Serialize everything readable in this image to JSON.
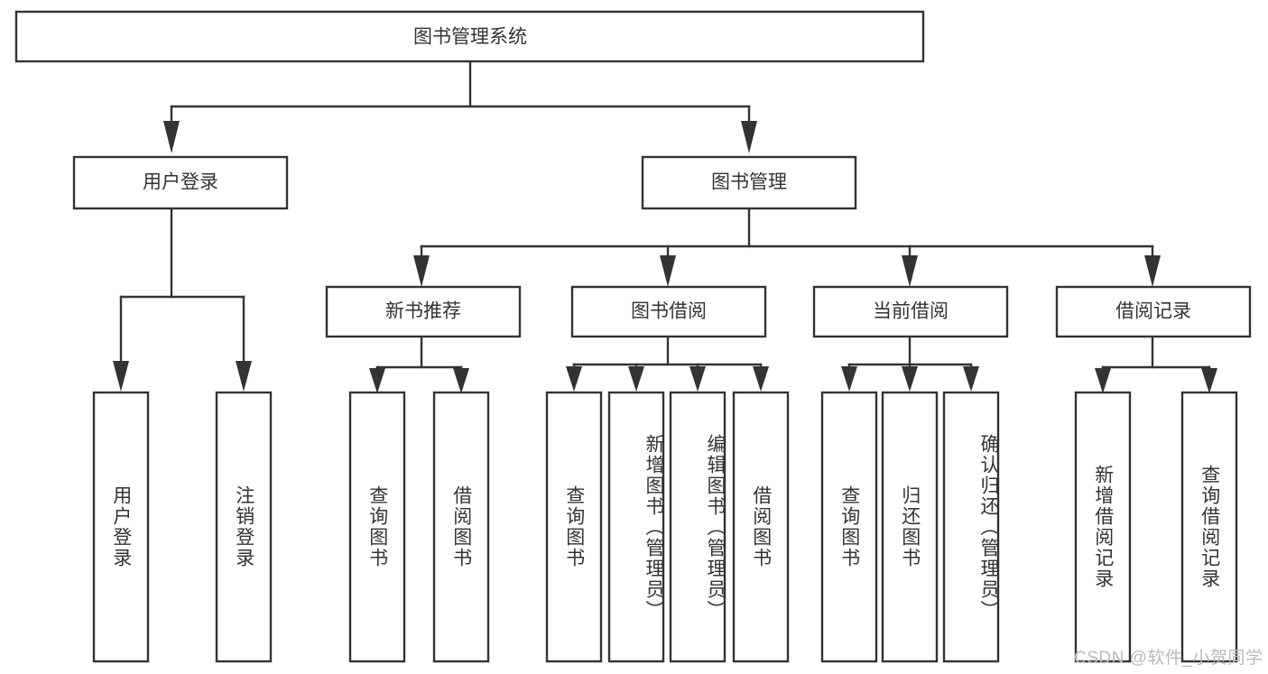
{
  "diagram": {
    "type": "tree-hierarchy",
    "title": "图书管理系统",
    "orientation": "top-down",
    "colors": {
      "box_fill": "#ffffff",
      "box_stroke": "#333333",
      "text": "#333333",
      "connector": "#333333",
      "watermark": "#b9b9b9",
      "background": "#ffffff"
    },
    "root": {
      "label": "图书管理系统"
    },
    "level2": [
      {
        "label": "用户登录"
      },
      {
        "label": "图书管理"
      }
    ],
    "level3": [
      {
        "label": "新书推荐"
      },
      {
        "label": "图书借阅"
      },
      {
        "label": "当前借阅"
      },
      {
        "label": "借阅记录"
      }
    ],
    "leaves": [
      {
        "label": "用户登录",
        "parent": "用户登录"
      },
      {
        "label": "注销登录",
        "parent": "用户登录"
      },
      {
        "label": "查询图书",
        "parent": "新书推荐"
      },
      {
        "label": "借阅图书",
        "parent": "新书推荐"
      },
      {
        "label": "查询图书",
        "parent": "图书借阅"
      },
      {
        "label": "新增图书（管理员）",
        "parent": "图书借阅"
      },
      {
        "label": "编辑图书（管理员）",
        "parent": "图书借阅"
      },
      {
        "label": "借阅图书",
        "parent": "图书借阅"
      },
      {
        "label": "查询图书",
        "parent": "当前借阅"
      },
      {
        "label": "归还图书",
        "parent": "当前借阅"
      },
      {
        "label": "确认归还（管理员）",
        "parent": "当前借阅"
      },
      {
        "label": "新增借阅记录",
        "parent": "借阅记录"
      },
      {
        "label": "查询借阅记录",
        "parent": "借阅记录"
      }
    ]
  },
  "watermark": {
    "text": "CSDN @软件_小贺同学"
  }
}
